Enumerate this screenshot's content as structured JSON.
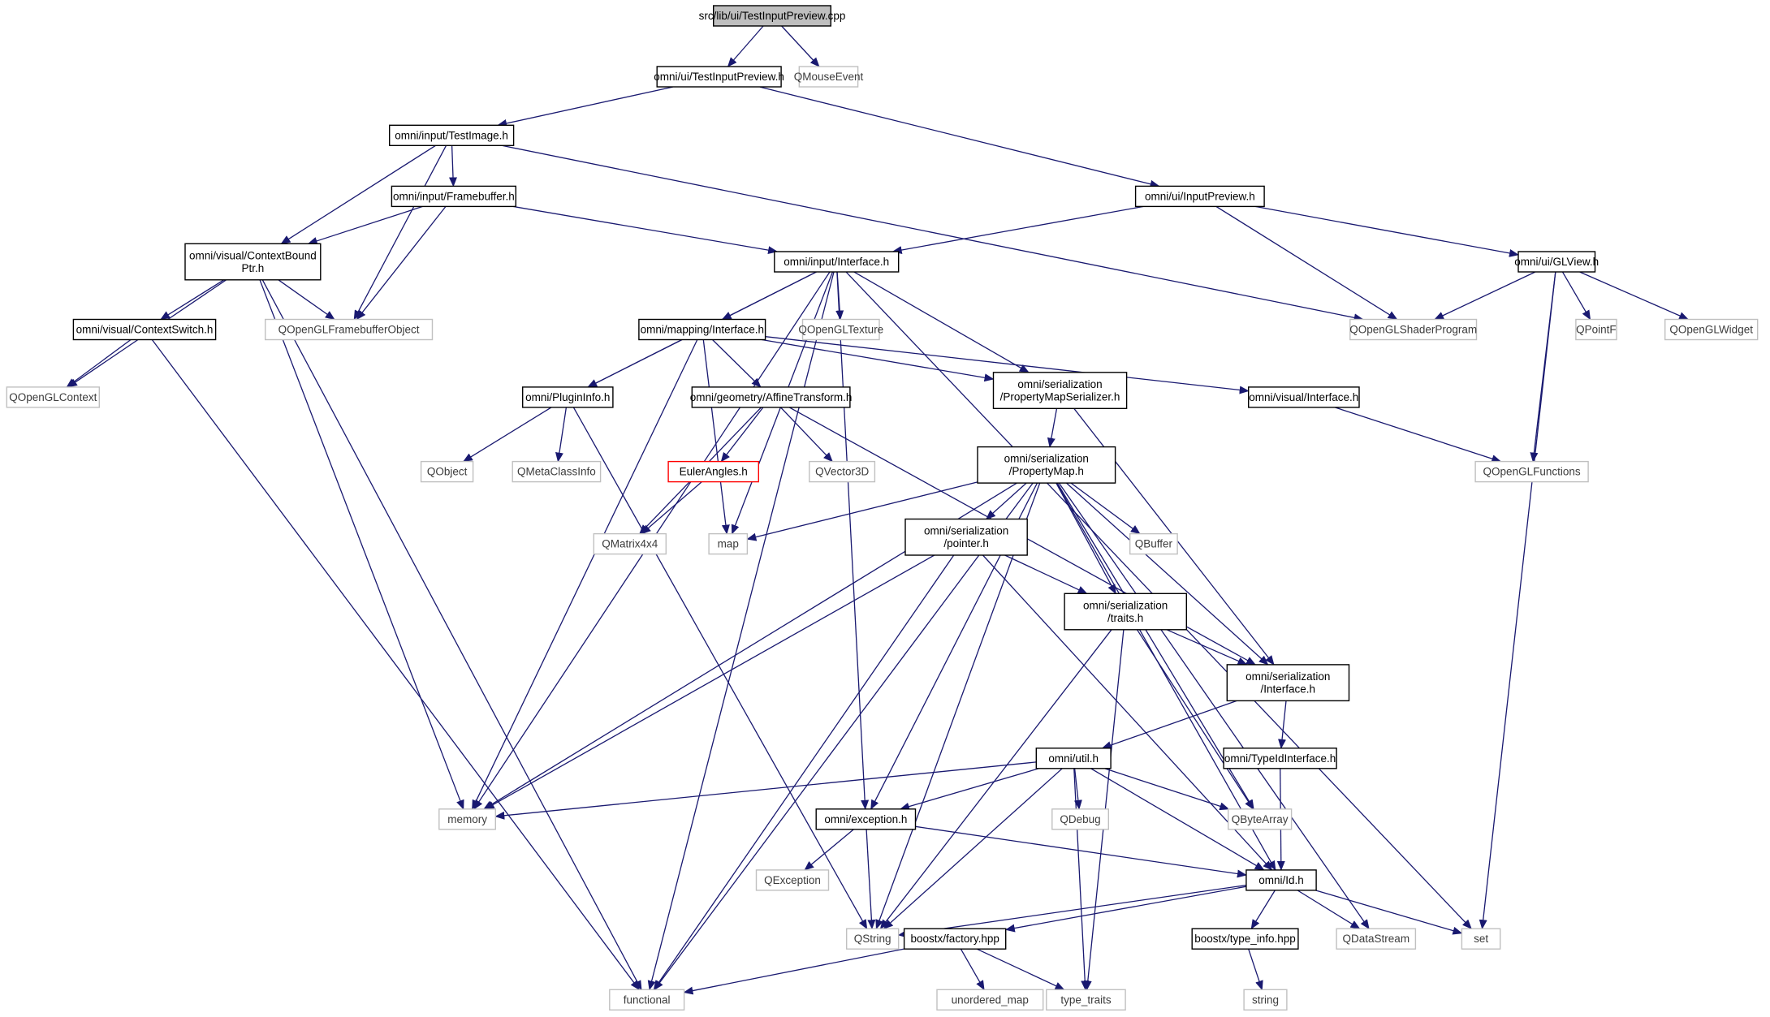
{
  "colors": {
    "node_border": "#000000",
    "system_border": "#c0c0c0",
    "highlight_border": "#ff0000",
    "source_fill": "#bfbfbf",
    "edge": "#191970",
    "text_project": "#000000",
    "text_system": "#3c3c3c"
  },
  "nodes": [
    {
      "id": "n0",
      "kind": "source",
      "lines": [
        "src/lib/ui/TestInputPreview.cpp"
      ]
    },
    {
      "id": "n1",
      "kind": "project",
      "lines": [
        "omni/ui/TestInputPreview.h"
      ]
    },
    {
      "id": "n2",
      "kind": "system",
      "lines": [
        "QMouseEvent"
      ]
    },
    {
      "id": "n3",
      "kind": "project",
      "lines": [
        "omni/input/TestImage.h"
      ]
    },
    {
      "id": "n4",
      "kind": "project",
      "lines": [
        "omni/ui/InputPreview.h"
      ]
    },
    {
      "id": "n5",
      "kind": "project",
      "lines": [
        "omni/input/Framebuffer.h"
      ]
    },
    {
      "id": "n6",
      "kind": "project",
      "lines": [
        "omni/visual/ContextBound",
        "Ptr.h"
      ]
    },
    {
      "id": "n7",
      "kind": "project",
      "lines": [
        "omni/input/Interface.h"
      ]
    },
    {
      "id": "n8",
      "kind": "project",
      "lines": [
        "omni/ui/GLView.h"
      ]
    },
    {
      "id": "n9",
      "kind": "project",
      "lines": [
        "omni/visual/ContextSwitch.h"
      ]
    },
    {
      "id": "n10",
      "kind": "system",
      "lines": [
        "QOpenGLFramebufferObject"
      ]
    },
    {
      "id": "n11",
      "kind": "project",
      "lines": [
        "omni/mapping/Interface.h"
      ]
    },
    {
      "id": "n12",
      "kind": "system",
      "lines": [
        "QOpenGLTexture"
      ]
    },
    {
      "id": "n13",
      "kind": "system",
      "lines": [
        "QOpenGLShaderProgram"
      ]
    },
    {
      "id": "n14",
      "kind": "system",
      "lines": [
        "QPointF"
      ]
    },
    {
      "id": "n15",
      "kind": "system",
      "lines": [
        "QOpenGLWidget"
      ]
    },
    {
      "id": "n16",
      "kind": "system",
      "lines": [
        "QOpenGLContext"
      ]
    },
    {
      "id": "n17",
      "kind": "project",
      "lines": [
        "omni/PluginInfo.h"
      ]
    },
    {
      "id": "n18",
      "kind": "project",
      "lines": [
        "omni/geometry/AffineTransform.h"
      ]
    },
    {
      "id": "n19",
      "kind": "project",
      "lines": [
        "omni/serialization",
        "/PropertyMapSerializer.h"
      ]
    },
    {
      "id": "n20",
      "kind": "project",
      "lines": [
        "omni/visual/Interface.h"
      ]
    },
    {
      "id": "n21",
      "kind": "system",
      "lines": [
        "QObject"
      ]
    },
    {
      "id": "n22",
      "kind": "system",
      "lines": [
        "QMetaClassInfo"
      ]
    },
    {
      "id": "n23",
      "kind": "highlight",
      "lines": [
        "EulerAngles.h"
      ]
    },
    {
      "id": "n24",
      "kind": "system",
      "lines": [
        "QVector3D"
      ]
    },
    {
      "id": "n25",
      "kind": "project",
      "lines": [
        "omni/serialization",
        "/PropertyMap.h"
      ]
    },
    {
      "id": "n26",
      "kind": "system",
      "lines": [
        "QOpenGLFunctions"
      ]
    },
    {
      "id": "n27",
      "kind": "system",
      "lines": [
        "QMatrix4x4"
      ]
    },
    {
      "id": "n28",
      "kind": "system",
      "lines": [
        "map"
      ]
    },
    {
      "id": "n29",
      "kind": "project",
      "lines": [
        "omni/serialization",
        "/pointer.h"
      ]
    },
    {
      "id": "n30",
      "kind": "system",
      "lines": [
        "QBuffer"
      ]
    },
    {
      "id": "n31",
      "kind": "project",
      "lines": [
        "omni/serialization",
        "/traits.h"
      ]
    },
    {
      "id": "n32",
      "kind": "project",
      "lines": [
        "omni/serialization",
        "/Interface.h"
      ]
    },
    {
      "id": "n33",
      "kind": "project",
      "lines": [
        "omni/util.h"
      ]
    },
    {
      "id": "n34",
      "kind": "project",
      "lines": [
        "omni/TypeIdInterface.h"
      ]
    },
    {
      "id": "n35",
      "kind": "system",
      "lines": [
        "memory"
      ]
    },
    {
      "id": "n36",
      "kind": "project",
      "lines": [
        "omni/exception.h"
      ]
    },
    {
      "id": "n37",
      "kind": "system",
      "lines": [
        "QDebug"
      ]
    },
    {
      "id": "n38",
      "kind": "system",
      "lines": [
        "QByteArray"
      ]
    },
    {
      "id": "n39",
      "kind": "system",
      "lines": [
        "QException"
      ]
    },
    {
      "id": "n40",
      "kind": "project",
      "lines": [
        "omni/Id.h"
      ]
    },
    {
      "id": "n41",
      "kind": "system",
      "lines": [
        "QString"
      ]
    },
    {
      "id": "n42",
      "kind": "project",
      "lines": [
        "boostx/factory.hpp"
      ]
    },
    {
      "id": "n43",
      "kind": "system",
      "lines": [
        "QDataStream"
      ]
    },
    {
      "id": "n44",
      "kind": "system",
      "lines": [
        "set"
      ]
    },
    {
      "id": "n45",
      "kind": "project",
      "lines": [
        "boostx/type_info.hpp"
      ]
    },
    {
      "id": "n46",
      "kind": "system",
      "lines": [
        "functional"
      ]
    },
    {
      "id": "n47",
      "kind": "system",
      "lines": [
        "unordered_map"
      ]
    },
    {
      "id": "n48",
      "kind": "system",
      "lines": [
        "type_traits"
      ]
    },
    {
      "id": "n49",
      "kind": "system",
      "lines": [
        "string"
      ]
    }
  ],
  "edges": [
    [
      "n0",
      "n1"
    ],
    [
      "n0",
      "n2"
    ],
    [
      "n1",
      "n3"
    ],
    [
      "n1",
      "n4"
    ],
    [
      "n3",
      "n6"
    ],
    [
      "n3",
      "n5"
    ],
    [
      "n3",
      "n10"
    ],
    [
      "n3",
      "n13"
    ],
    [
      "n4",
      "n7"
    ],
    [
      "n4",
      "n13"
    ],
    [
      "n4",
      "n8"
    ],
    [
      "n5",
      "n6"
    ],
    [
      "n5",
      "n10"
    ],
    [
      "n5",
      "n7"
    ],
    [
      "n6",
      "n9"
    ],
    [
      "n6",
      "n10"
    ],
    [
      "n6",
      "n16"
    ],
    [
      "n6",
      "n35"
    ],
    [
      "n6",
      "n46"
    ],
    [
      "n9",
      "n16"
    ],
    [
      "n9",
      "n46"
    ],
    [
      "n7",
      "n11"
    ],
    [
      "n7",
      "n12"
    ],
    [
      "n7",
      "n17"
    ],
    [
      "n7",
      "n19"
    ],
    [
      "n7",
      "n35"
    ],
    [
      "n7",
      "n46"
    ],
    [
      "n7",
      "n28"
    ],
    [
      "n7",
      "n36"
    ],
    [
      "n7",
      "n44"
    ],
    [
      "n8",
      "n13"
    ],
    [
      "n8",
      "n14"
    ],
    [
      "n8",
      "n15"
    ],
    [
      "n8",
      "n26"
    ],
    [
      "n8",
      "n44"
    ],
    [
      "n11",
      "n17"
    ],
    [
      "n11",
      "n18"
    ],
    [
      "n11",
      "n19"
    ],
    [
      "n11",
      "n20"
    ],
    [
      "n11",
      "n35"
    ],
    [
      "n11",
      "n28"
    ],
    [
      "n17",
      "n21"
    ],
    [
      "n17",
      "n22"
    ],
    [
      "n17",
      "n41"
    ],
    [
      "n18",
      "n23"
    ],
    [
      "n18",
      "n24"
    ],
    [
      "n18",
      "n27"
    ],
    [
      "n18",
      "n32"
    ],
    [
      "n23",
      "n27"
    ],
    [
      "n19",
      "n25"
    ],
    [
      "n19",
      "n32"
    ],
    [
      "n20",
      "n26"
    ],
    [
      "n25",
      "n28"
    ],
    [
      "n25",
      "n29"
    ],
    [
      "n25",
      "n30"
    ],
    [
      "n25",
      "n31"
    ],
    [
      "n25",
      "n32"
    ],
    [
      "n25",
      "n35"
    ],
    [
      "n25",
      "n36"
    ],
    [
      "n25",
      "n41"
    ],
    [
      "n25",
      "n38"
    ],
    [
      "n25",
      "n40"
    ],
    [
      "n25",
      "n43"
    ],
    [
      "n25",
      "n46"
    ],
    [
      "n29",
      "n31"
    ],
    [
      "n29",
      "n35"
    ],
    [
      "n29",
      "n40"
    ],
    [
      "n29",
      "n46"
    ],
    [
      "n31",
      "n32"
    ],
    [
      "n31",
      "n41"
    ],
    [
      "n31",
      "n48"
    ],
    [
      "n31",
      "n38"
    ],
    [
      "n32",
      "n33"
    ],
    [
      "n32",
      "n34"
    ],
    [
      "n34",
      "n40"
    ],
    [
      "n33",
      "n35"
    ],
    [
      "n33",
      "n36"
    ],
    [
      "n33",
      "n37"
    ],
    [
      "n33",
      "n38"
    ],
    [
      "n33",
      "n41"
    ],
    [
      "n33",
      "n48"
    ],
    [
      "n33",
      "n40"
    ],
    [
      "n36",
      "n39"
    ],
    [
      "n36",
      "n41"
    ],
    [
      "n36",
      "n40"
    ],
    [
      "n40",
      "n41"
    ],
    [
      "n40",
      "n42"
    ],
    [
      "n40",
      "n43"
    ],
    [
      "n40",
      "n44"
    ],
    [
      "n40",
      "n45"
    ],
    [
      "n42",
      "n46"
    ],
    [
      "n42",
      "n47"
    ],
    [
      "n42",
      "n48"
    ],
    [
      "n45",
      "n49"
    ]
  ]
}
